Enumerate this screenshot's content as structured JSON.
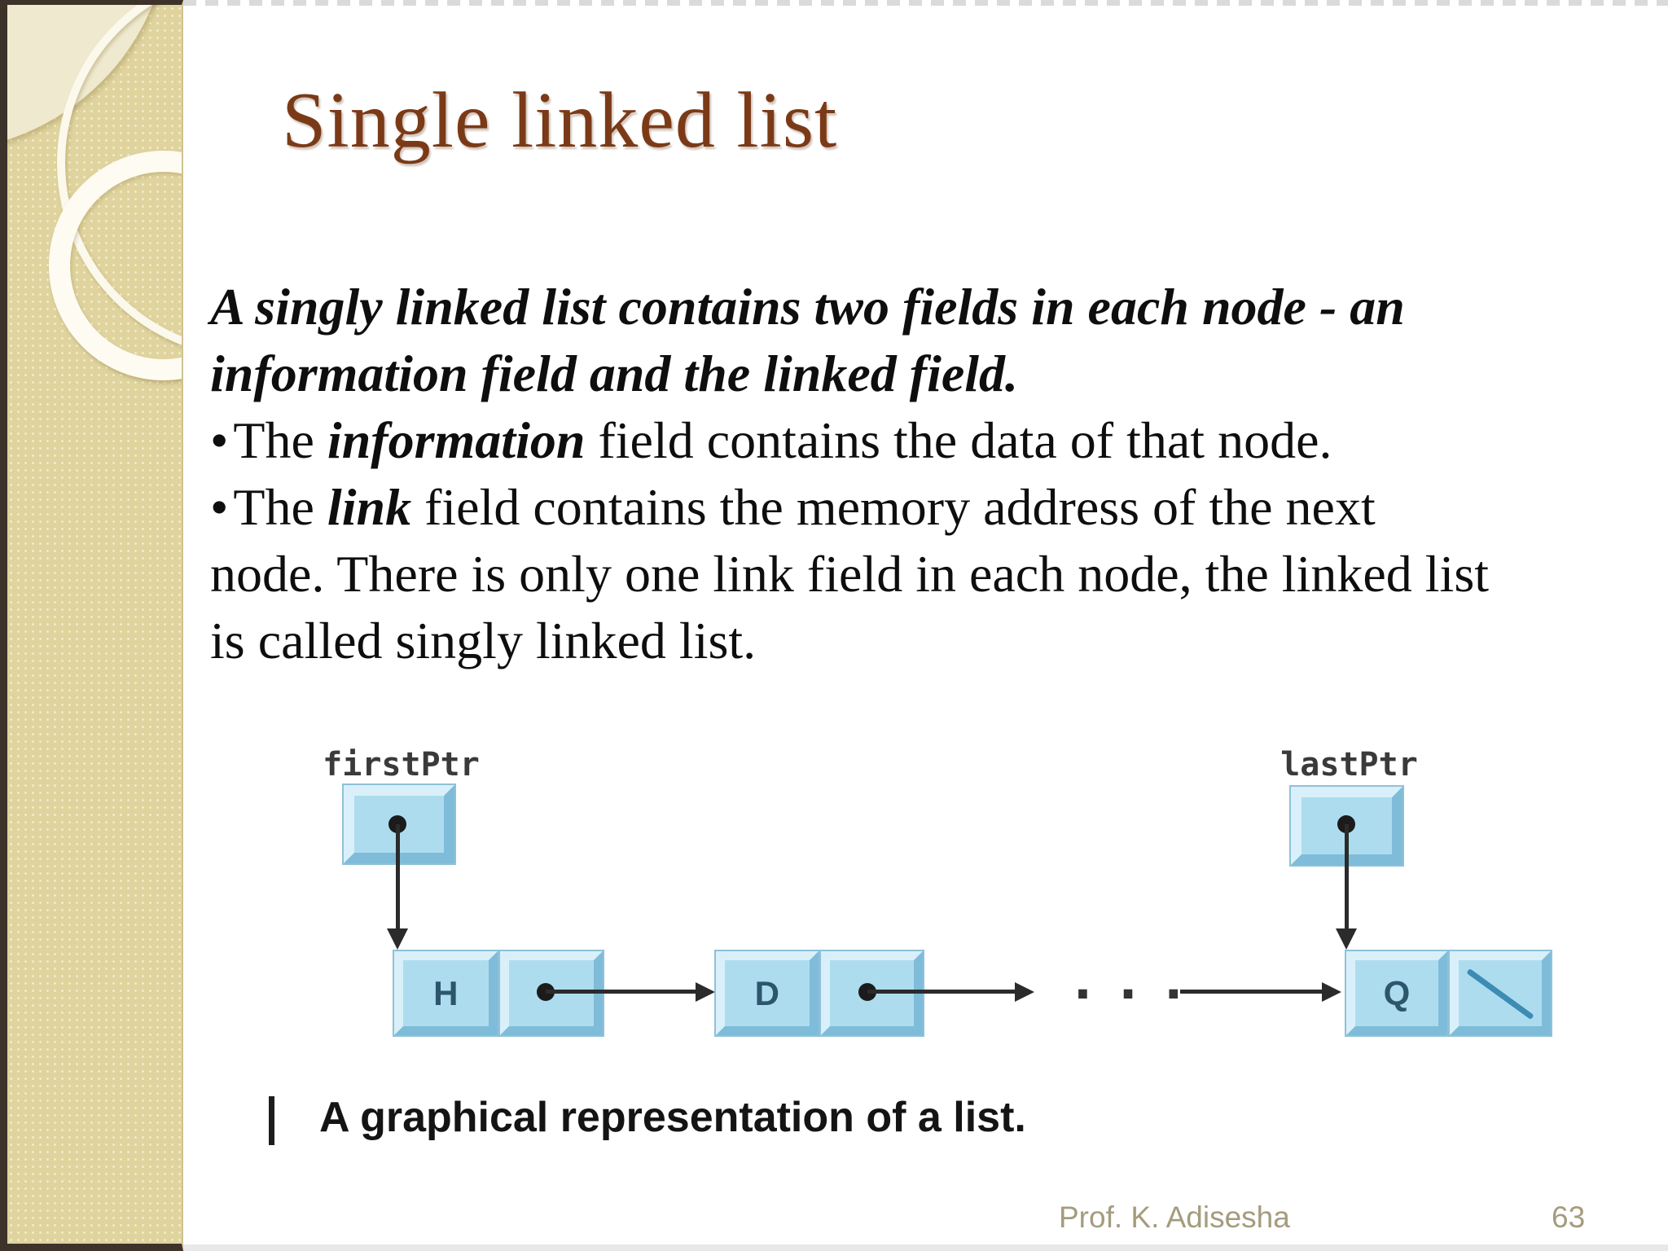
{
  "slide": {
    "title": "Single linked list",
    "body": {
      "bullet_char": "•",
      "para1_line1": "A singly linked list contains two fields in each node - an",
      "para1_line2": "information field and the linked field.",
      "bullet1_pre": "The ",
      "bullet1_em": "information",
      "bullet1_post": " field contains the data of that node.",
      "bullet2_pre": "The ",
      "bullet2_em": "link",
      "bullet2_post_line1": " field contains the memory address of the next",
      "bullet2_line2": "node. There is only one link field in each node, the linked list",
      "bullet2_line3": "is called singly linked list."
    },
    "diagram": {
      "first_ptr_label": "firstPtr",
      "last_ptr_label": "lastPtr",
      "nodes": [
        {
          "label": "H"
        },
        {
          "label": "D"
        },
        {
          "label": "Q",
          "link": "null"
        }
      ],
      "ellipsis": "· · ·",
      "caption_bar": "|",
      "caption": "A graphical representation of a list.",
      "colors": {
        "node_fill": "#AEDCEF",
        "node_bevel_light": "#D9F0FA",
        "node_bevel_dark": "#7FBCD9",
        "null_slash": "#3C8CB4",
        "arrow": "#2B2B2B",
        "node_letter": "#2D566B"
      }
    },
    "footer": {
      "author": "Prof. K. Adisesha",
      "page_number": "63"
    },
    "colors": {
      "title_text": "#7B3A17",
      "sidebar_bg": "#E6DAA6",
      "sidebar_frame": "#3D332A",
      "footer_text": "#A49C7C",
      "body_text": "#0e0e0e"
    }
  }
}
